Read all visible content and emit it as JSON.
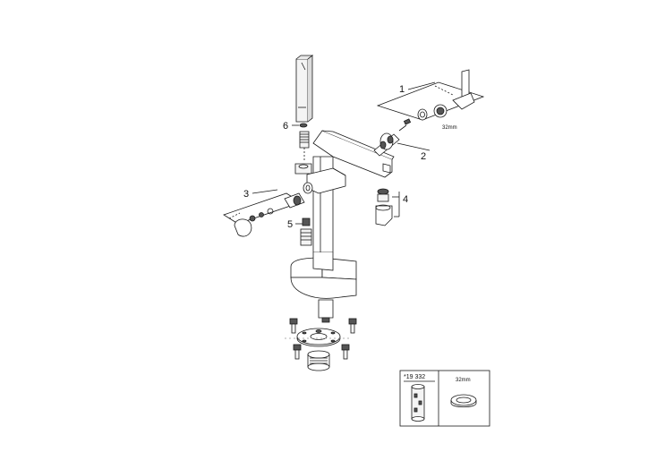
{
  "callouts": {
    "c1": "1",
    "c2": "2",
    "c3": "3",
    "c4": "4",
    "c5": "5",
    "c6": "6"
  },
  "dimension_label": "32mm",
  "inset": {
    "part_number": "*19 332",
    "size_label": "32mm"
  },
  "colors": {
    "line": "#1a1a1a",
    "fill_light": "#f4f4f4",
    "fill_dark": "#555555"
  }
}
